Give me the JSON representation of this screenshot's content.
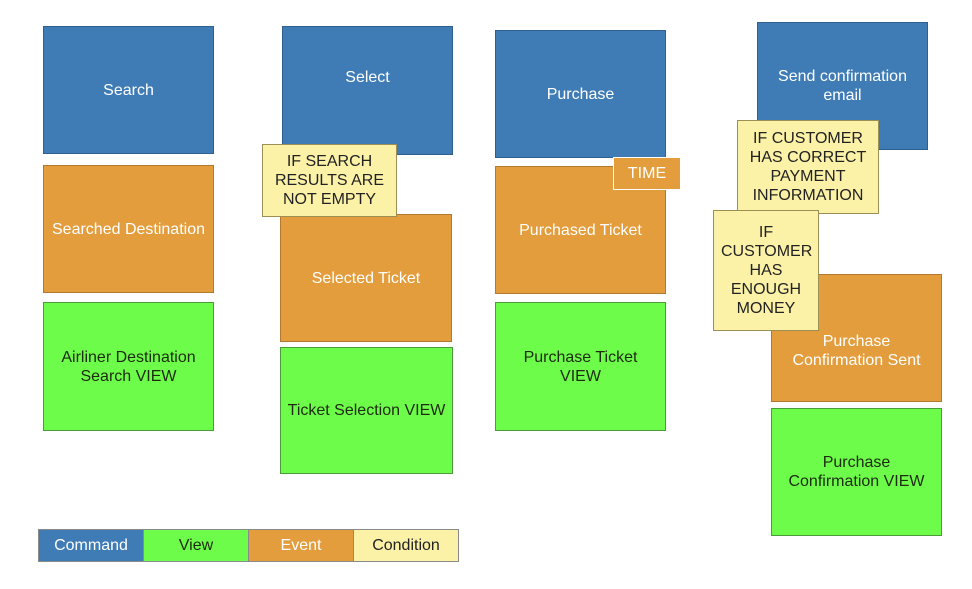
{
  "columns": [
    {
      "command": "Search",
      "event": "Searched Destination",
      "view": "Airliner Destination Search VIEW"
    },
    {
      "command": "Select",
      "event": "Selected Ticket",
      "view": "Ticket Selection VIEW",
      "condition": "IF SEARCH RESULTS ARE NOT EMPTY"
    },
    {
      "command": "Purchase",
      "event": "Purchased Ticket",
      "view": "Purchase Ticket VIEW",
      "trigger": "TIME"
    },
    {
      "command": "Send confirmation email",
      "event": "Purchase Confirmation Sent",
      "view": "Purchase Confirmation VIEW",
      "condition": "IF CUSTOMER HAS CORRECT PAYMENT INFORMATION",
      "condition2": "IF CUSTOMER HAS ENOUGH MONEY"
    }
  ],
  "legend": {
    "command": "Command",
    "view": "View",
    "event": "Event",
    "condition": "Condition"
  },
  "colors": {
    "command": "#3f7cb6",
    "view": "#6efc4a",
    "event": "#e49d3d",
    "condition": "#fbf2a8"
  }
}
